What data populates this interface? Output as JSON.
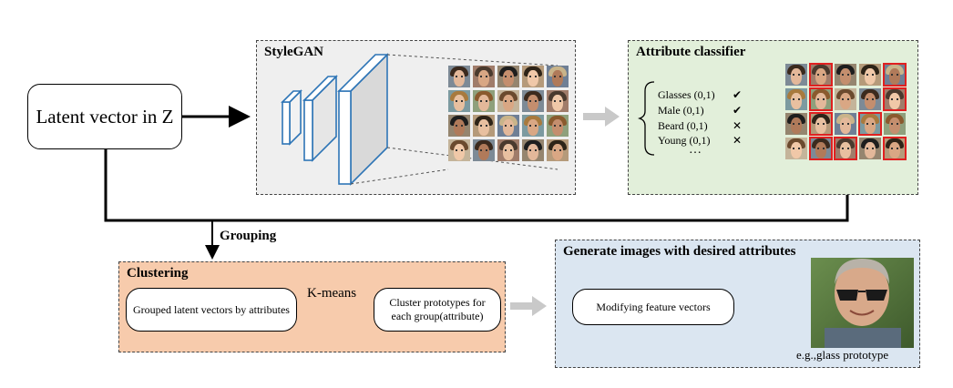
{
  "latent_box": {
    "label": "Latent vector in Z"
  },
  "stylegan": {
    "title": "StyleGAN"
  },
  "attribute_classifier": {
    "title": "Attribute classifier",
    "attributes": [
      {
        "label": "Glasses (0,1)",
        "mark": "✔"
      },
      {
        "label": "Male (0,1)",
        "mark": "✔"
      },
      {
        "label": "Beard (0,1)",
        "mark": "✕"
      },
      {
        "label": "Young (0,1)",
        "mark": "✕"
      }
    ],
    "more": "…"
  },
  "grouping_label": "Grouping",
  "clustering": {
    "title": "Clustering",
    "grouped_box": "Grouped latent vectors by attributes",
    "kmeans_label": "K-means",
    "prototypes_box": "Cluster prototypes for each group(attribute)"
  },
  "generate": {
    "title": "Generate images with desired attributes",
    "modify_box": "Modifying feature vectors",
    "caption": "e.g.,glass prototype"
  },
  "colors": {
    "stylegan_bg": "#efefef",
    "classifier_bg": "#e2efda",
    "clustering_bg": "#f7cbac",
    "generate_bg": "#dbe6f1",
    "selection": "#e02020",
    "layer_border": "#2e75b6",
    "gray_arrow": "#c9c9c9"
  }
}
